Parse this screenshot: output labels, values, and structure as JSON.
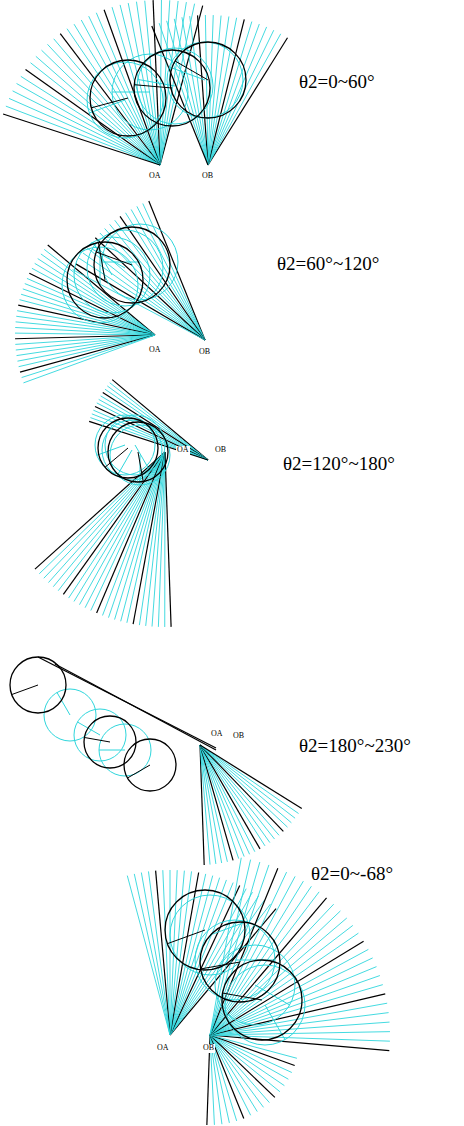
{
  "diagram": {
    "labels": [
      "θ2=0~60°",
      "OA",
      "OB",
      "θ2=60°~120°",
      "OA",
      "OB",
      "θ2=120°~180°",
      "OA",
      "OB",
      "θ2=180°~230°",
      "OA",
      "OB",
      "θ2=0~-68°",
      "OA",
      "OB"
    ]
  }
}
